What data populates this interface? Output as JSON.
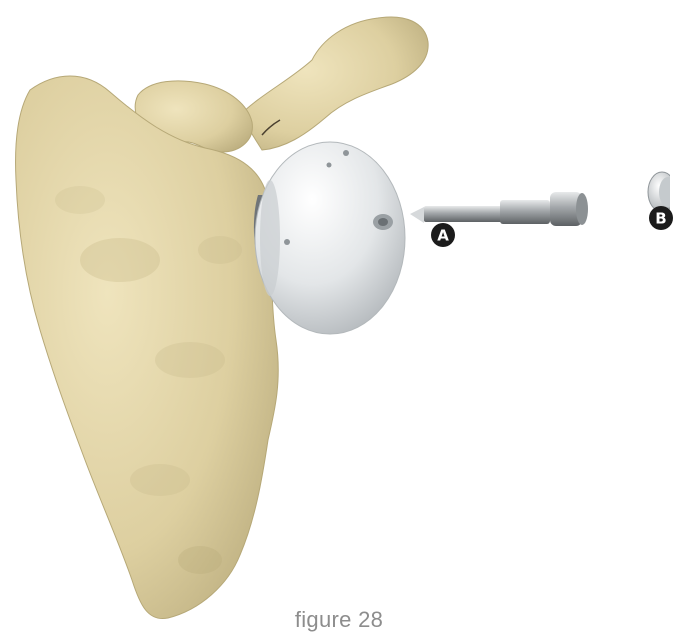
{
  "figure": {
    "caption": "figure 28",
    "labels": {
      "a": "A",
      "b": "B"
    },
    "parts": [
      "scapula",
      "glenosphere",
      "screw",
      "cap"
    ],
    "colors": {
      "bone": "#e5d8ac",
      "implant": "#e6e8e9",
      "metal": "#8a8d90",
      "marker": "#1b1b1b"
    }
  }
}
